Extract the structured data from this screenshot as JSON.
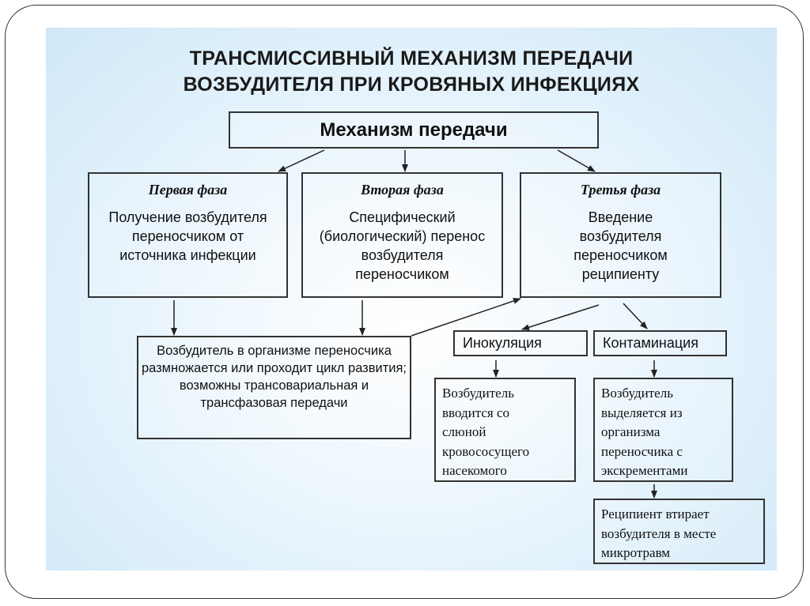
{
  "title_line1": "ТРАНСМИССИВНЫЙ МЕХАНИЗМ ПЕРЕДАЧИ",
  "title_line2": "ВОЗБУДИТЕЛЯ ПРИ КРОВЯНЫХ ИНФЕКЦИЯХ",
  "mechanism": "Механизм передачи",
  "phases": [
    {
      "heading": "Первая фаза",
      "text": "Получение возбудителя переносчиком от источника инфекции"
    },
    {
      "heading": "Вторая фаза",
      "text": "Специфический (биологический) перенос возбудителя переносчиком"
    },
    {
      "heading": "Третья фаза",
      "text": "Введение возбудителя переносчиком реципиенту"
    }
  ],
  "carrier_box": "Возбудитель в организме переносчика размножается или проходит цикл развития; возможны трансовариальная и трансфазовая передачи",
  "inoculation": {
    "label": "Инокуляция",
    "text": "Возбудитель вводится со слюной кровососущего насекомого"
  },
  "contamination": {
    "label": "Контаминация",
    "text": "Возбудитель выделяется из организма переносчика с экскрементами"
  },
  "recipient_box": "Реципиент втирает возбудителя в месте микротравм"
}
